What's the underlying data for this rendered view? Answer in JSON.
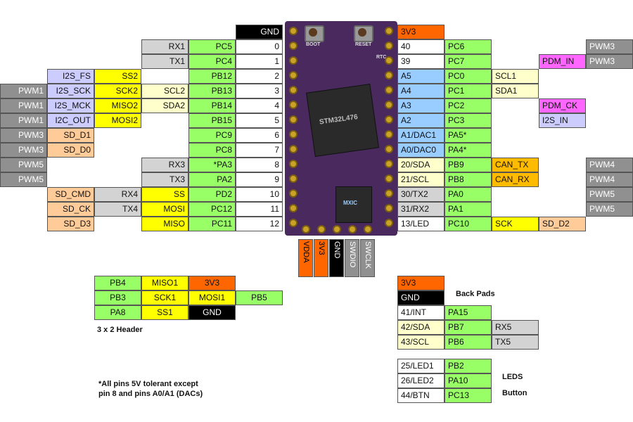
{
  "colors": {
    "pwm": "#909090",
    "serial": "#d3d3d3",
    "port": "#99ff66",
    "i2s": "#ccccff",
    "spi": "#ffff00",
    "i2c": "#ffffcc",
    "sd": "#ffcc99",
    "power": "#ff6600",
    "gnd": "#000000",
    "analog": "#99ccff",
    "can": "#ffbb00",
    "pdm": "#ff66ff",
    "plain": "#ffffff"
  },
  "left_pins": [
    {
      "pin": "GND"
    },
    {
      "pin": "0",
      "port": "PC5",
      "func": [
        "",
        "",
        "RX1"
      ]
    },
    {
      "pin": "1",
      "port": "PC4",
      "func": [
        "",
        "",
        "TX1"
      ]
    },
    {
      "pin": "2",
      "port": "PB12",
      "func": [
        "I2S_FS",
        "SS2",
        ""
      ]
    },
    {
      "pin": "3",
      "port": "PB13",
      "func": [
        "PWM1",
        "I2S_SCK",
        "SCK2",
        "SCL2"
      ]
    },
    {
      "pin": "4",
      "port": "PB14",
      "func": [
        "PWM1",
        "I2S_MCK",
        "MISO2",
        "SDA2"
      ]
    },
    {
      "pin": "5",
      "port": "PB15",
      "func": [
        "PWM1",
        "I2C_OUT",
        "MOSI2"
      ]
    },
    {
      "pin": "6",
      "port": "PC9",
      "func": [
        "PWM3",
        "SD_D1"
      ]
    },
    {
      "pin": "7",
      "port": "PC8",
      "func": [
        "PWM3",
        "SD_D0"
      ]
    },
    {
      "pin": "8",
      "port": "*PA3",
      "func": [
        "PWM5",
        "RX3"
      ]
    },
    {
      "pin": "9",
      "port": "PA2",
      "func": [
        "PWM5",
        "TX3"
      ]
    },
    {
      "pin": "10",
      "port": "PD2",
      "func": [
        "SD_CMD",
        "RX4",
        "SS"
      ]
    },
    {
      "pin": "11",
      "port": "PC12",
      "func": [
        "SD_CK",
        "TX4",
        "MOSI"
      ]
    },
    {
      "pin": "12",
      "port": "PC11",
      "func": [
        "SD_D3",
        "MISO"
      ]
    }
  ],
  "right_pins": [
    {
      "pin": "3V3"
    },
    {
      "pin": "40",
      "port": "PC6",
      "func": [
        "PWM3"
      ]
    },
    {
      "pin": "39",
      "port": "PC7",
      "func": [
        "PDM_IN",
        "PWM3"
      ]
    },
    {
      "pin": "A5",
      "port": "PC0",
      "func": [
        "SCL1"
      ]
    },
    {
      "pin": "A4",
      "port": "PC1",
      "func": [
        "SDA1"
      ]
    },
    {
      "pin": "A3",
      "port": "PC2",
      "func": [
        "PDM_CK"
      ]
    },
    {
      "pin": "A2",
      "port": "PC3",
      "func": [
        "I2S_IN"
      ]
    },
    {
      "pin": "A1/DAC1",
      "port": "PA5*"
    },
    {
      "pin": "A0/DAC0",
      "port": "PA4*"
    },
    {
      "pin": "20/SDA",
      "port": "PB9",
      "func": [
        "CAN_TX",
        "PWM4"
      ]
    },
    {
      "pin": "21/SCL",
      "port": "PB8",
      "func": [
        "CAN_RX",
        "PWM4"
      ]
    },
    {
      "pin": "30/TX2",
      "port": "PA0",
      "func": [
        "PWM5"
      ]
    },
    {
      "pin": "31/RX2",
      "port": "PA1",
      "func": [
        "PWM5"
      ]
    },
    {
      "pin": "13/LED",
      "port": "PC10",
      "func": [
        "SCK",
        "SD_D2"
      ]
    }
  ],
  "bottom_pins": [
    "VDDA",
    "3V3",
    "GND",
    "SWDIO",
    "SWCLK"
  ],
  "header_3x2": {
    "title": "3 x 2 Header",
    "rows": [
      [
        "PB4",
        "MISO1",
        "3V3"
      ],
      [
        "PB3",
        "SCK1",
        "MOSI1",
        "PB5"
      ],
      [
        "PA8",
        "SS1",
        "GND"
      ]
    ]
  },
  "back_pads": {
    "title": "Back Pads",
    "rows": [
      [
        "3V3"
      ],
      [
        "GND"
      ],
      [
        "41/INT",
        "PA15"
      ],
      [
        "42/SDA",
        "PB7",
        "RX5"
      ],
      [
        "43/SCL",
        "PB6",
        "TX5"
      ]
    ]
  },
  "leds": {
    "title_leds": "LEDS",
    "title_button": "Button",
    "rows": [
      [
        "25/LED1",
        "PB2"
      ],
      [
        "26/LED2",
        "PA10"
      ],
      [
        "44/BTN",
        "PC13"
      ]
    ]
  },
  "note": {
    "line1": "*All pins 5V tolerant except",
    "line2": "pin 8 and pins A0/A1 (DACs)"
  },
  "board_labels": {
    "chip": "STM32L476",
    "boot": "BOOT",
    "reset": "RESET",
    "rtc": "RTC",
    "mx": "MXIC"
  }
}
